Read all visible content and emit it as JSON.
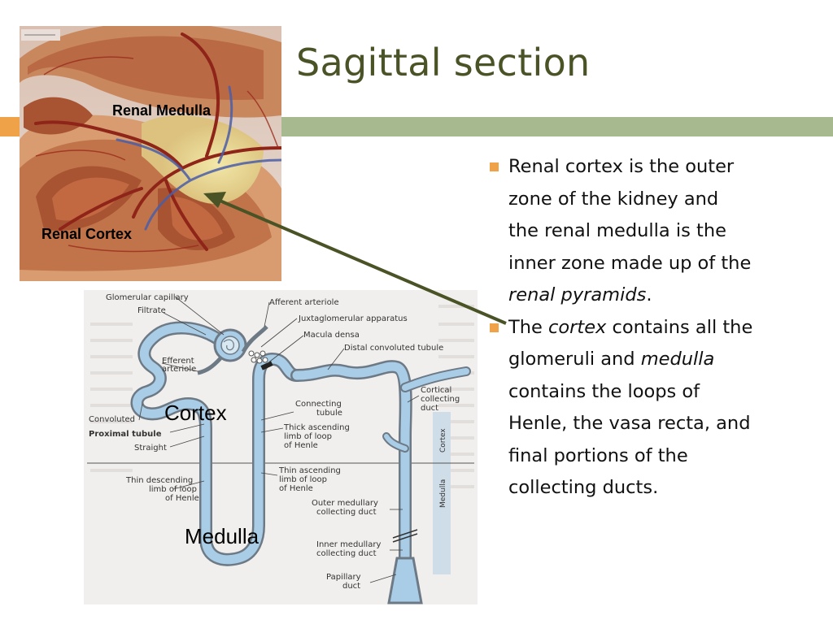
{
  "slide": {
    "title": "Sagittal section",
    "accent_orange": "#f0a248",
    "accent_green": "#a7b98e",
    "title_color": "#4a5326"
  },
  "kidney_image": {
    "label_medulla": "Renal Medulla",
    "label_cortex": "Renal Cortex"
  },
  "nephron_diagram": {
    "zone_cortex": "Cortex",
    "zone_medulla": "Medulla",
    "labels": {
      "glomerular_capillary": "Glomerular capillary",
      "filtrate": "Filtrate",
      "efferent_arteriole": [
        "Efferent",
        "arteriole"
      ],
      "convoluted": "Convoluted",
      "proximal_tubule": "Proximal tubule",
      "straight": "Straight",
      "thin_descending": [
        "Thin descending",
        "limb of loop",
        "of Henle"
      ],
      "afferent_arteriole": "Afferent arteriole",
      "juxtaglomerular": "Juxtaglomerular apparatus",
      "macula_densa": "Macula densa",
      "distal_convoluted": "Distal convoluted tubule",
      "connecting_tubule": [
        "Connecting",
        "tubule"
      ],
      "thick_ascending": [
        "Thick ascending",
        "limb of loop",
        "of Henle"
      ],
      "thin_ascending": [
        "Thin ascending",
        "limb of loop",
        "of Henle"
      ],
      "cortical_collecting": [
        "Cortical",
        "collecting",
        "duct"
      ],
      "outer_medullary": [
        "Outer medullary",
        "collecting duct"
      ],
      "inner_medullary": [
        "Inner medullary",
        "collecting duct"
      ],
      "papillary_duct": [
        "Papillary",
        "duct"
      ],
      "side_cortex": "Cortex",
      "side_medulla": "Medulla"
    }
  },
  "bullets": [
    {
      "lines": [
        [
          {
            "t": "Renal cortex is the outer"
          }
        ],
        [
          {
            "t": "zone of the kidney and"
          }
        ],
        [
          {
            "t": "the renal medulla is the"
          }
        ],
        [
          {
            "t": "inner zone made up of the"
          }
        ],
        [
          {
            "t": "renal pyramids",
            "i": true
          },
          {
            "t": "."
          }
        ]
      ]
    },
    {
      "lines": [
        [
          {
            "t": "The "
          },
          {
            "t": "cortex",
            "i": true
          },
          {
            "t": " contains all the"
          }
        ],
        [
          {
            "t": "glomeruli and "
          },
          {
            "t": "medulla",
            "i": true
          }
        ],
        [
          {
            "t": "contains the loops of"
          }
        ],
        [
          {
            "t": "Henle, the vasa recta, and"
          }
        ],
        [
          {
            "t": "final portions of the"
          }
        ],
        [
          {
            "t": "collecting ducts."
          }
        ]
      ]
    }
  ]
}
